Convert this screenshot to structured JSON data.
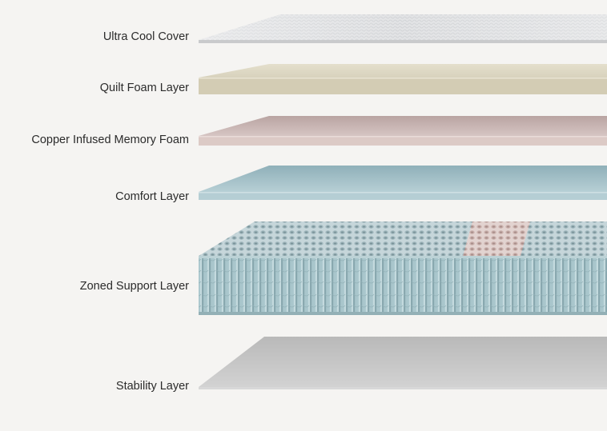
{
  "layers": [
    {
      "id": "cover",
      "label": "Ultra Cool Cover",
      "color": "#e3e4e6"
    },
    {
      "id": "quilt",
      "label": "Quilt Foam Layer",
      "color": "#dcd6c2"
    },
    {
      "id": "copper",
      "label": "Copper Infused Memory Foam",
      "color": "#cdb8b5"
    },
    {
      "id": "comfort",
      "label": "Comfort Layer",
      "color": "#a4c1c9"
    },
    {
      "id": "support",
      "label": "Zoned Support Layer",
      "color": "#a7c3c9"
    },
    {
      "id": "stability",
      "label": "Stability Layer",
      "color": "#c7c7c7"
    }
  ]
}
